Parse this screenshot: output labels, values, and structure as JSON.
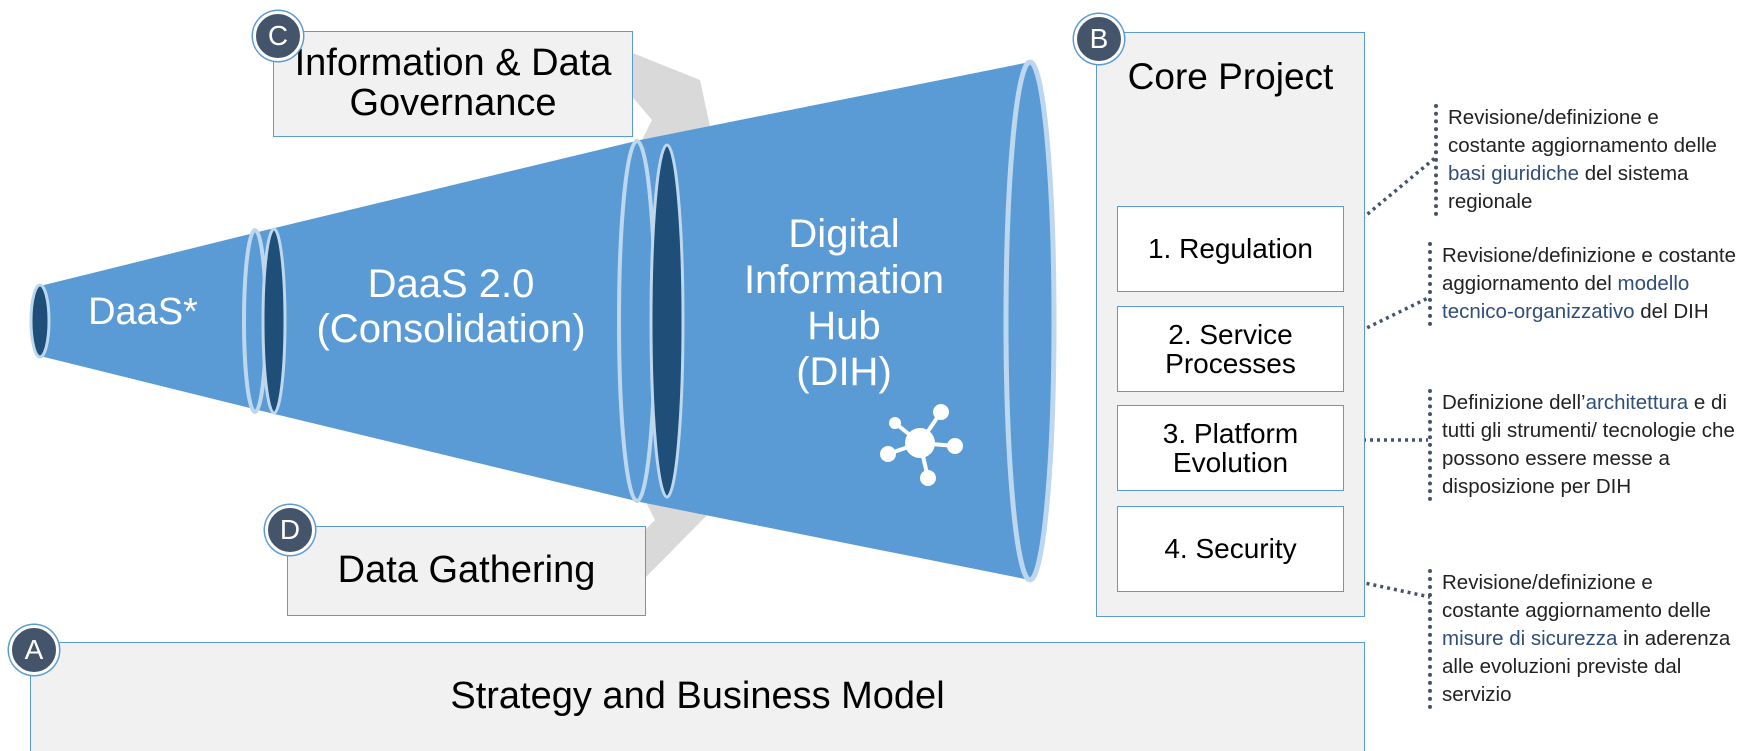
{
  "colors": {
    "funnel_fill": "#5b9bd5",
    "funnel_ring": "#bdd7ee",
    "funnel_dark": "#1f4e79",
    "box_fill": "#f1f1f1",
    "box_border": "#5b9bd5",
    "badge_fill": "#44546a",
    "arrow_fill": "#d9d9d9",
    "highlight_text": "#2f4e7a"
  },
  "funnel": {
    "stage1": "DaaS*",
    "stage2": "DaaS 2.0\n(Consolidation)",
    "stage3": "Digital\nInformation\nHub\n(DIH)",
    "hub_icon": "network-hub-icon"
  },
  "boxes": {
    "governance": {
      "badge": "C",
      "title": "Information & Data\nGovernance"
    },
    "gathering": {
      "badge": "D",
      "title": "Data Gathering"
    },
    "strategy": {
      "badge": "A",
      "title": "Strategy and Business Model"
    },
    "core": {
      "badge": "B",
      "title": "Core Project",
      "items": [
        "1. Regulation",
        "2. Service\nProcesses",
        "3. Platform\nEvolution",
        "4. Security"
      ]
    }
  },
  "notes": [
    {
      "before": "Revisione/definizione e costante aggiornamento delle ",
      "highlight": "basi giuridiche",
      "after": " del sistema regionale"
    },
    {
      "before": "Revisione/definizione e costante aggiornamento del ",
      "highlight": "modello tecnico-organizzativo",
      "after": " del DIH"
    },
    {
      "before": "Definizione dell’",
      "highlight": "architettura",
      "after": " e di tutti gli strumenti/ tecnologie che possono essere messe a disposizione per DIH"
    },
    {
      "before": "Revisione/definizione e costante aggiornamento delle ",
      "highlight": "misure di sicurezza",
      "after": " in aderenza alle evoluzioni previste dal servizio"
    }
  ]
}
